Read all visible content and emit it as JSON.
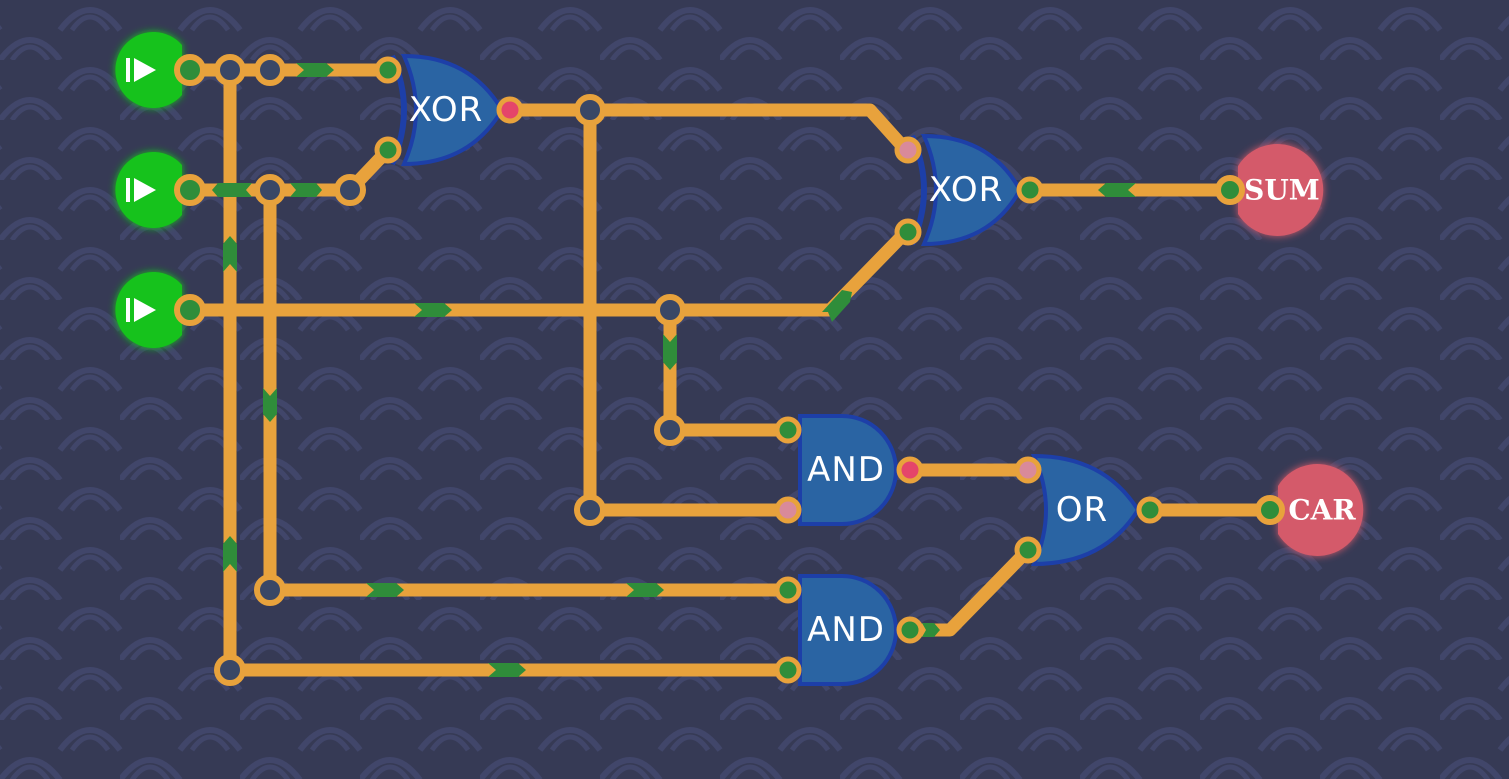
{
  "background": "#363a55",
  "colors": {
    "wire": "#e8a23c",
    "gate": "#2a64a3",
    "gate_border": "#1d3fa8",
    "input_node": "#13c21f",
    "output_node": "#d45a6a",
    "signal_on": "#2f8d3a",
    "signal_off": "#e5456a"
  },
  "inputs": [
    {
      "icon": "play-triangle-icon",
      "state": "on"
    },
    {
      "icon": "play-triangle-icon",
      "state": "on"
    },
    {
      "icon": "play-triangle-icon",
      "state": "on"
    }
  ],
  "gates": [
    {
      "type": "xor",
      "label": "XOR"
    },
    {
      "type": "xor",
      "label": "XOR"
    },
    {
      "type": "and",
      "label": "AND"
    },
    {
      "type": "and",
      "label": "AND"
    },
    {
      "type": "or",
      "label": "OR"
    }
  ],
  "outputs": [
    {
      "label": "SUM"
    },
    {
      "label": "CAR"
    }
  ]
}
